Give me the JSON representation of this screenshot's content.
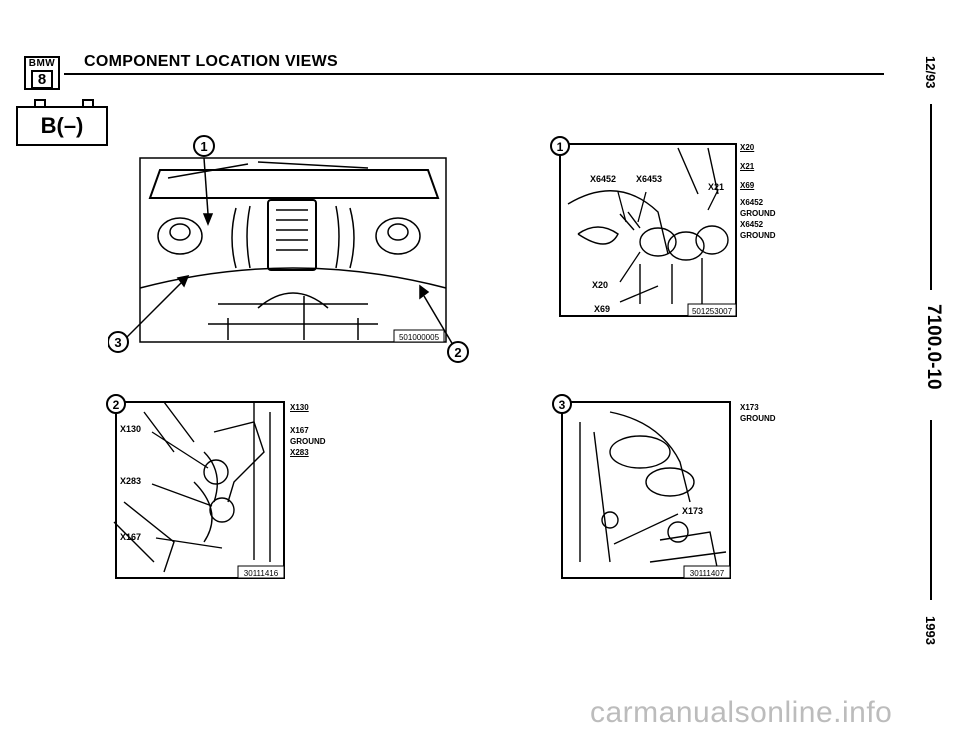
{
  "header": {
    "logo_top": "BMW",
    "logo_bottom": "8",
    "title": "COMPONENT LOCATION VIEWS"
  },
  "badge": {
    "text": "B(–)"
  },
  "side_margin": {
    "date": "12/93",
    "page_code": "7100.0-10",
    "year": "1993"
  },
  "figures": {
    "engine_bay": {
      "part_number": "501000005",
      "callouts": [
        "1",
        "2",
        "3"
      ]
    },
    "view1": {
      "callout": "1",
      "part_number": "501253007",
      "image_labels": [
        "X6452",
        "X6453",
        "X21",
        "X20",
        "X69"
      ],
      "legend": [
        "X20",
        "X21",
        "X69",
        "X6452",
        "GROUND",
        "X6452",
        "GROUND"
      ]
    },
    "view2": {
      "callout": "2",
      "part_number": "30111416",
      "image_labels": [
        "X130",
        "X283",
        "X167"
      ],
      "legend": [
        "X130",
        "X167",
        "GROUND",
        "X283"
      ]
    },
    "view3": {
      "callout": "3",
      "part_number": "30111407",
      "image_labels": [
        "X173"
      ],
      "legend": [
        "X173",
        "GROUND"
      ]
    }
  },
  "watermark": "carmanualsonline.info"
}
